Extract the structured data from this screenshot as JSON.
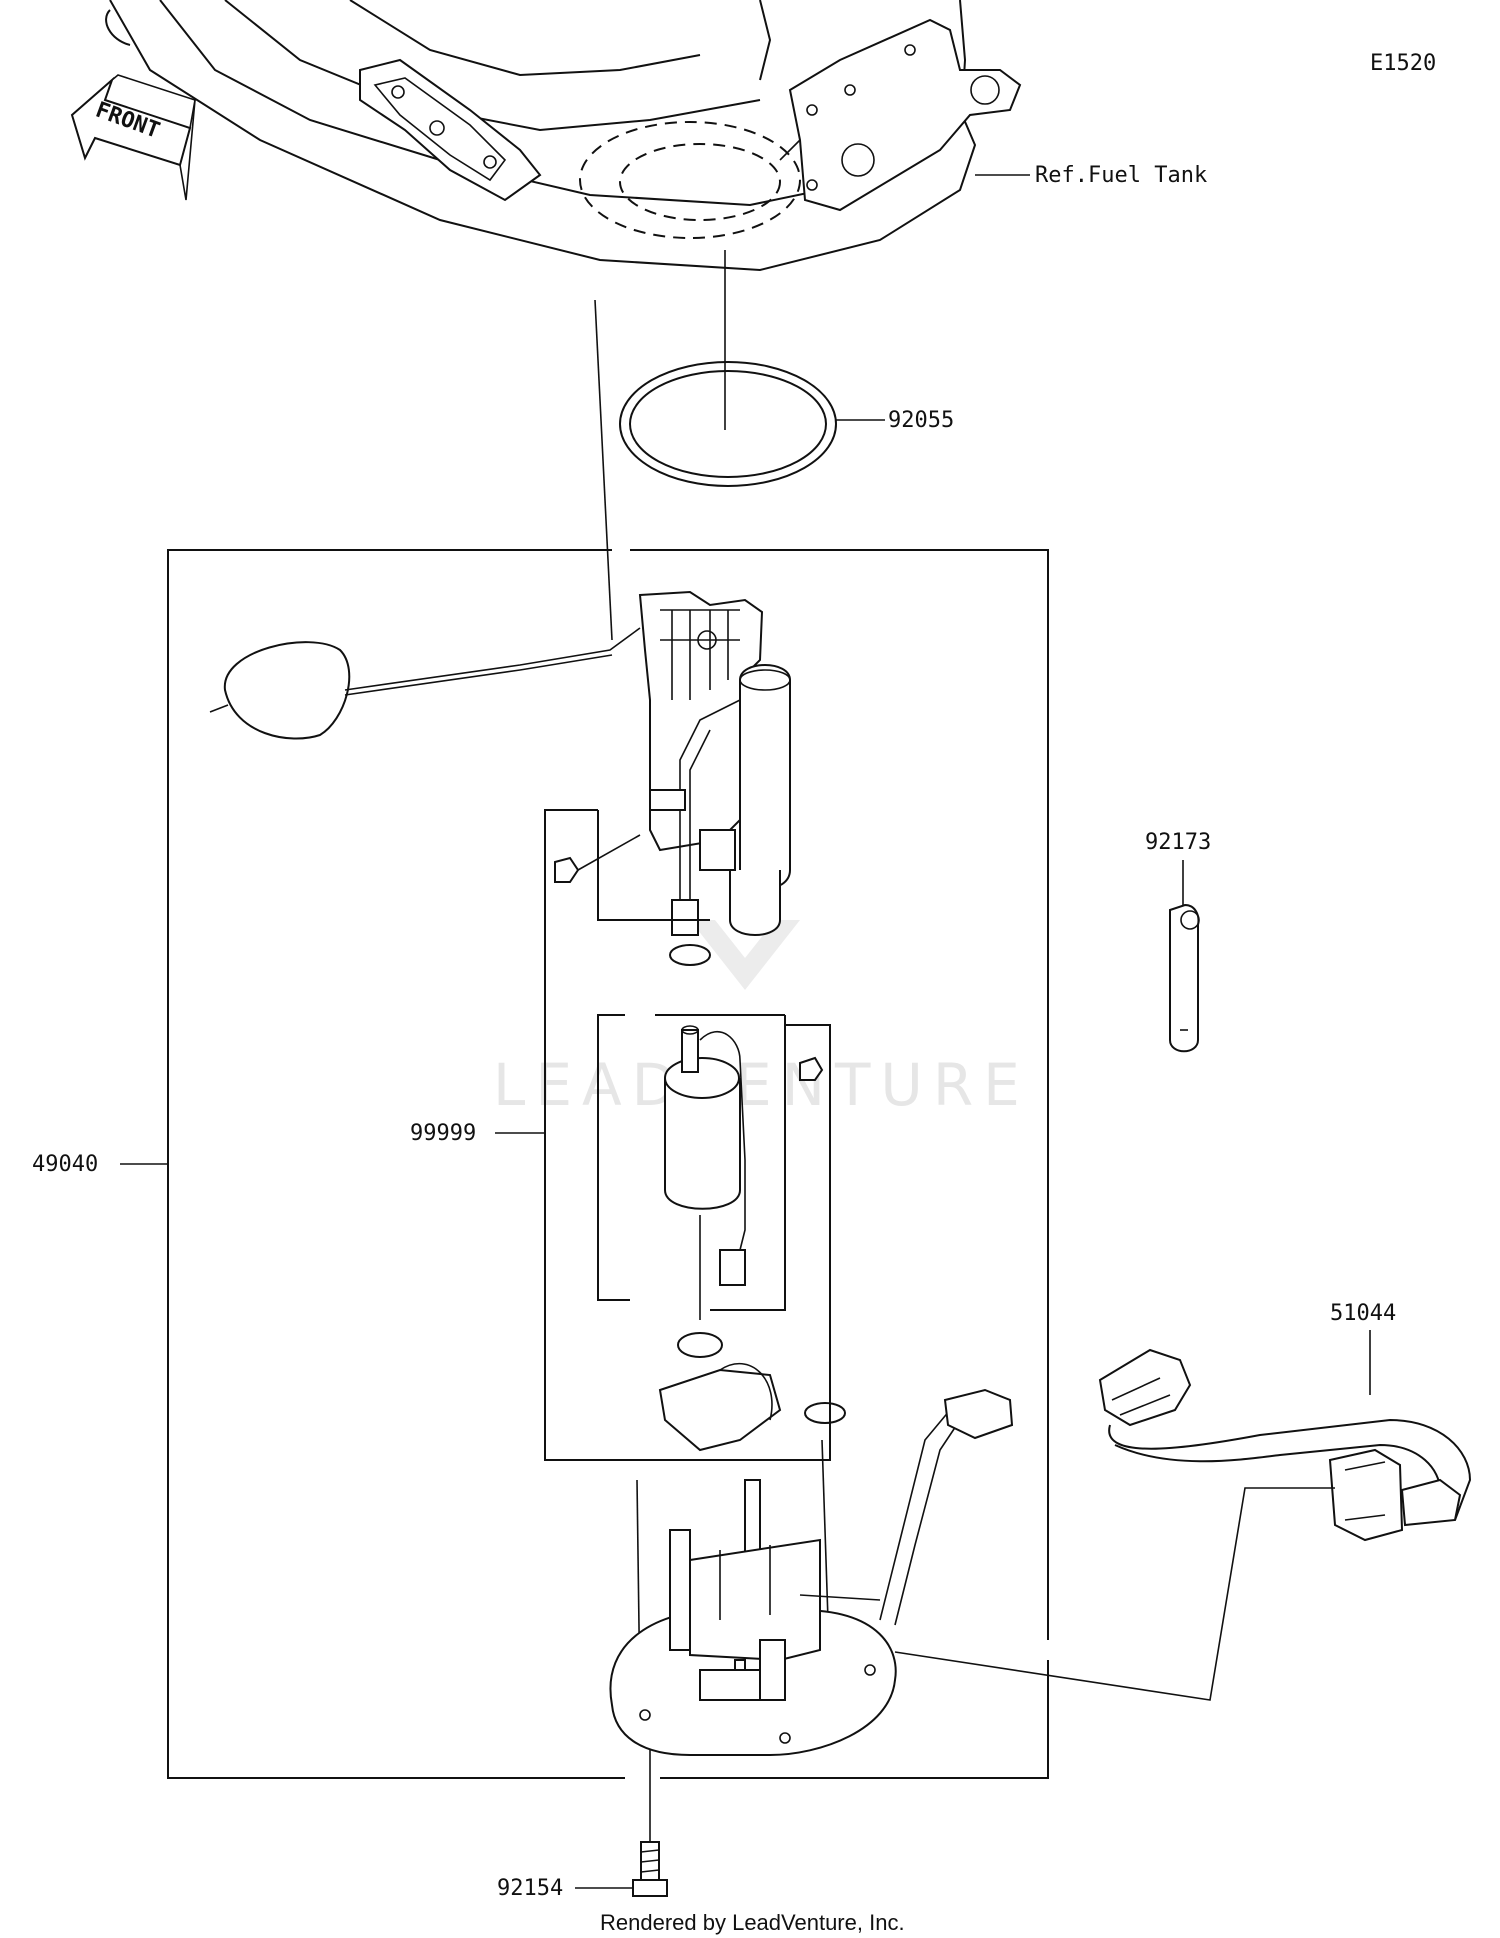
{
  "diagram_code": "E1520",
  "front_marker": "FRONT",
  "watermark": "LEADVENTURE",
  "footer": "Rendered by LeadVenture, Inc.",
  "callouts": {
    "ref_fuel_tank": "Ref.Fuel Tank",
    "gasket": "92055",
    "fuel_pump_assembly": "49040",
    "sub_assembly": "99999",
    "band": "92173",
    "hose": "51044",
    "bolt": "92154"
  }
}
